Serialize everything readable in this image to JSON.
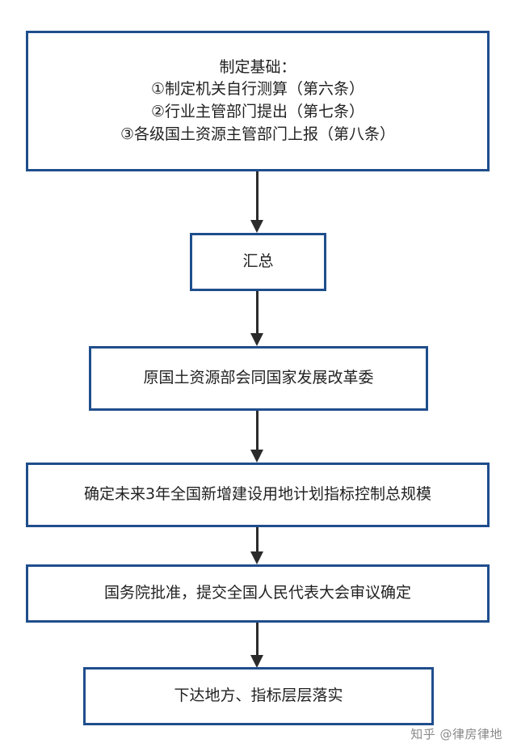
{
  "flowchart": {
    "steps": [
      {
        "lines": [
          "制定基础：",
          "①制定机关自行测算（第六条）",
          "②行业主管部门提出（第七条）",
          "③各级国土资源主管部门上报（第八条）"
        ]
      },
      {
        "label": "汇总"
      },
      {
        "label": "原国土资源部会同国家发展改革委"
      },
      {
        "label": "确定未来3年全国新增建设用地计划指标控制总规模"
      },
      {
        "label": "国务院批准，提交全国人民代表大会审议确定"
      },
      {
        "label": "下达地方、指标层层落实"
      }
    ]
  },
  "colors": {
    "box_border": "#1f4e8c",
    "arrow": "#2b2b2b"
  },
  "watermark": "知乎 @律房律地"
}
